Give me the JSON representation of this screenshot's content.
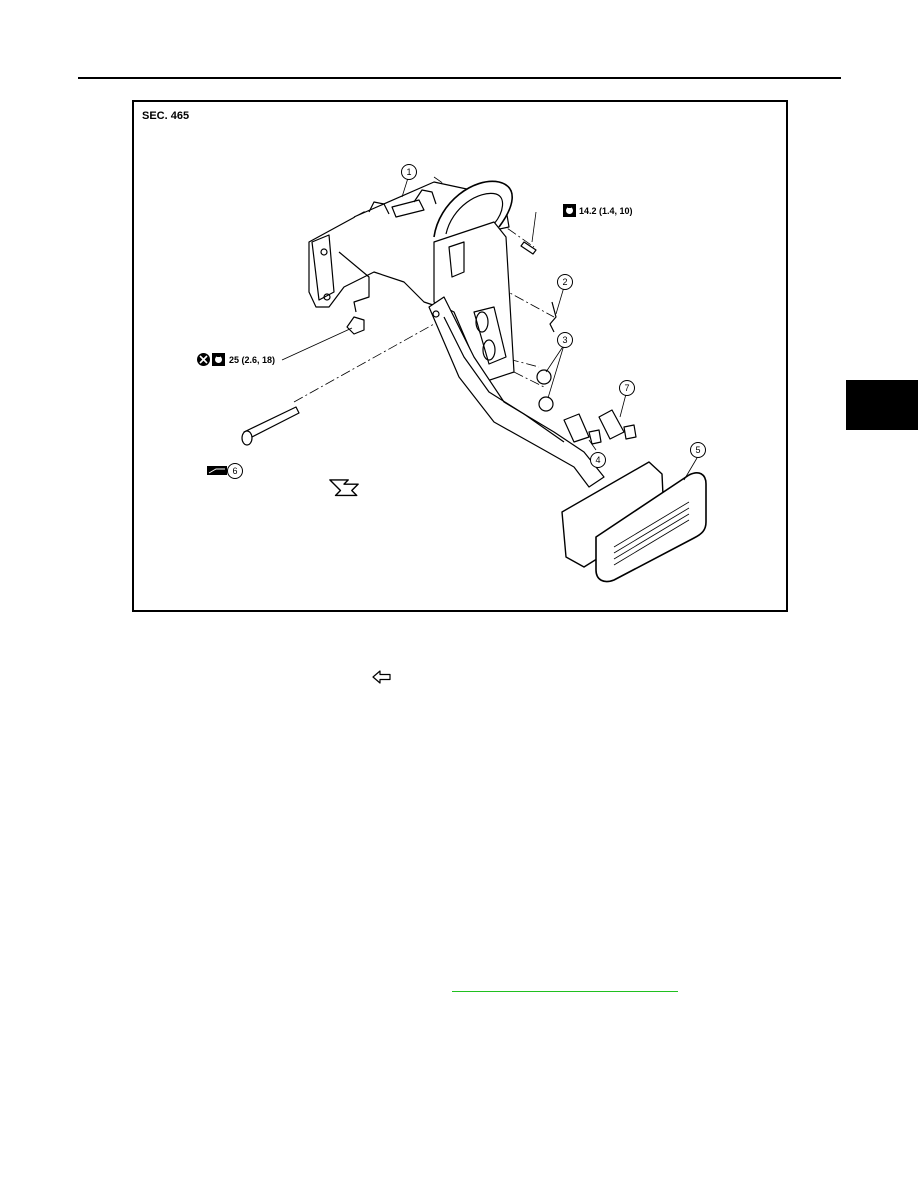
{
  "figure": {
    "section_label": "SEC. 465",
    "callouts": [
      "1",
      "2",
      "3",
      "4",
      "5",
      "6",
      "7"
    ],
    "torque_bolt": "14.2 (1.4, 10)",
    "torque_nut": "25 (2.6, 18)",
    "icons": [
      "torque-wrench-icon",
      "never-reuse-icon",
      "grease-icon",
      "front-arrow-icon"
    ]
  },
  "colors": {
    "text": "#000000",
    "section_tab": "#000000",
    "link_underline": "#20c020"
  }
}
